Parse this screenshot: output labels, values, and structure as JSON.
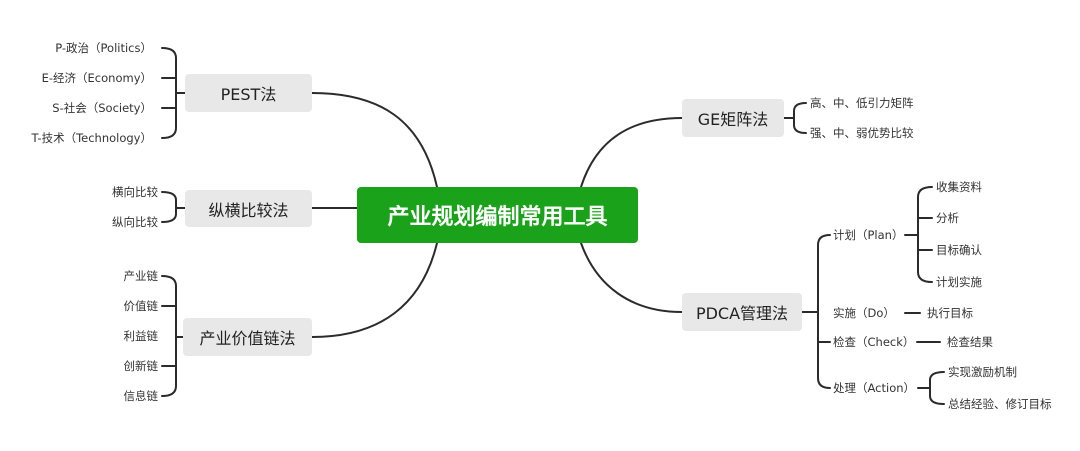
{
  "root": {
    "label": "产业规划编制常用工具"
  },
  "branches": {
    "pest": {
      "label": "PEST法",
      "items": [
        "P-政治（Politics）",
        "E-经济（Economy）",
        "S-社会（Society）",
        "T-技术（Technology）"
      ]
    },
    "zongheng": {
      "label": "纵横比较法",
      "items": [
        "横向比较",
        "纵向比较"
      ]
    },
    "chain": {
      "label": "产业价值链法",
      "items": [
        "产业链",
        "价值链",
        "利益链",
        "创新链",
        "信息链"
      ]
    },
    "ge": {
      "label": "GE矩阵法",
      "items": [
        "高、中、低引力矩阵",
        "强、中、弱优势比较"
      ]
    },
    "pdca": {
      "label": "PDCA管理法",
      "plan": {
        "label": "计划（Plan）",
        "items": [
          "收集资料",
          "分析",
          "目标确认",
          "计划实施"
        ]
      },
      "do": {
        "label": "实施（Do）",
        "items": [
          "执行目标"
        ]
      },
      "check": {
        "label": "检查（Check）",
        "items": [
          "检查结果"
        ]
      },
      "act": {
        "label": "处理（Action）",
        "items": [
          "实现激励机制",
          "总结经验、修订目标"
        ]
      }
    }
  },
  "colors": {
    "root_bg": "#1aa31a",
    "node_bg": "#e8e8e8",
    "line": "#2b2b2b"
  }
}
